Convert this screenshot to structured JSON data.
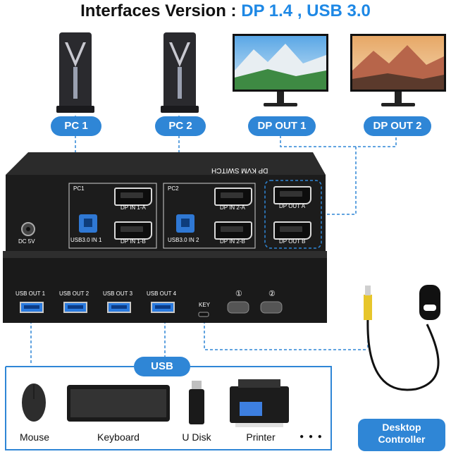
{
  "header": {
    "title_prefix": "Interfaces Version :",
    "title_highlight": "DP 1.4 , USB 3.0"
  },
  "pills": {
    "pc1": "PC 1",
    "pc2": "PC 2",
    "dp_out1": "DP OUT 1",
    "dp_out2": "DP OUT 2",
    "usb": "USB",
    "desktop_controller_line1": "Desktop",
    "desktop_controller_line2": "Controller"
  },
  "kvm_back": {
    "top_text": "DP KVM SWITCH",
    "section_pc1": "PC1",
    "section_pc2": "PC2",
    "port_dp_in_1a": "DP IN 1-A",
    "port_dp_in_1b": "DP IN 1-B",
    "port_usb_in_1": "USB3.0 IN 1",
    "port_dp_in_2a": "DP IN 2-A",
    "port_dp_in_2b": "DP IN 2-B",
    "port_usb_in_2": "USB3.0 IN 2",
    "port_dp_out_a": "DP OUT A",
    "port_dp_out_b": "DP OUT B",
    "port_dc": "DC 5V"
  },
  "kvm_front": {
    "usb_out1": "USB OUT 1",
    "usb_out2": "USB OUT 2",
    "usb_out3": "USB OUT 3",
    "usb_out4": "USB OUT 4",
    "key": "KEY",
    "button1": "①",
    "button2": "②"
  },
  "peripherals": {
    "mouse": "Mouse",
    "keyboard": "Keyboard",
    "udisk": "U Disk",
    "printer": "Printer",
    "more": "● ● ●"
  },
  "colors": {
    "accent_blue": "#2f86d6",
    "title_blue": "#1e88e5",
    "device_body": "#1c1c1c"
  }
}
